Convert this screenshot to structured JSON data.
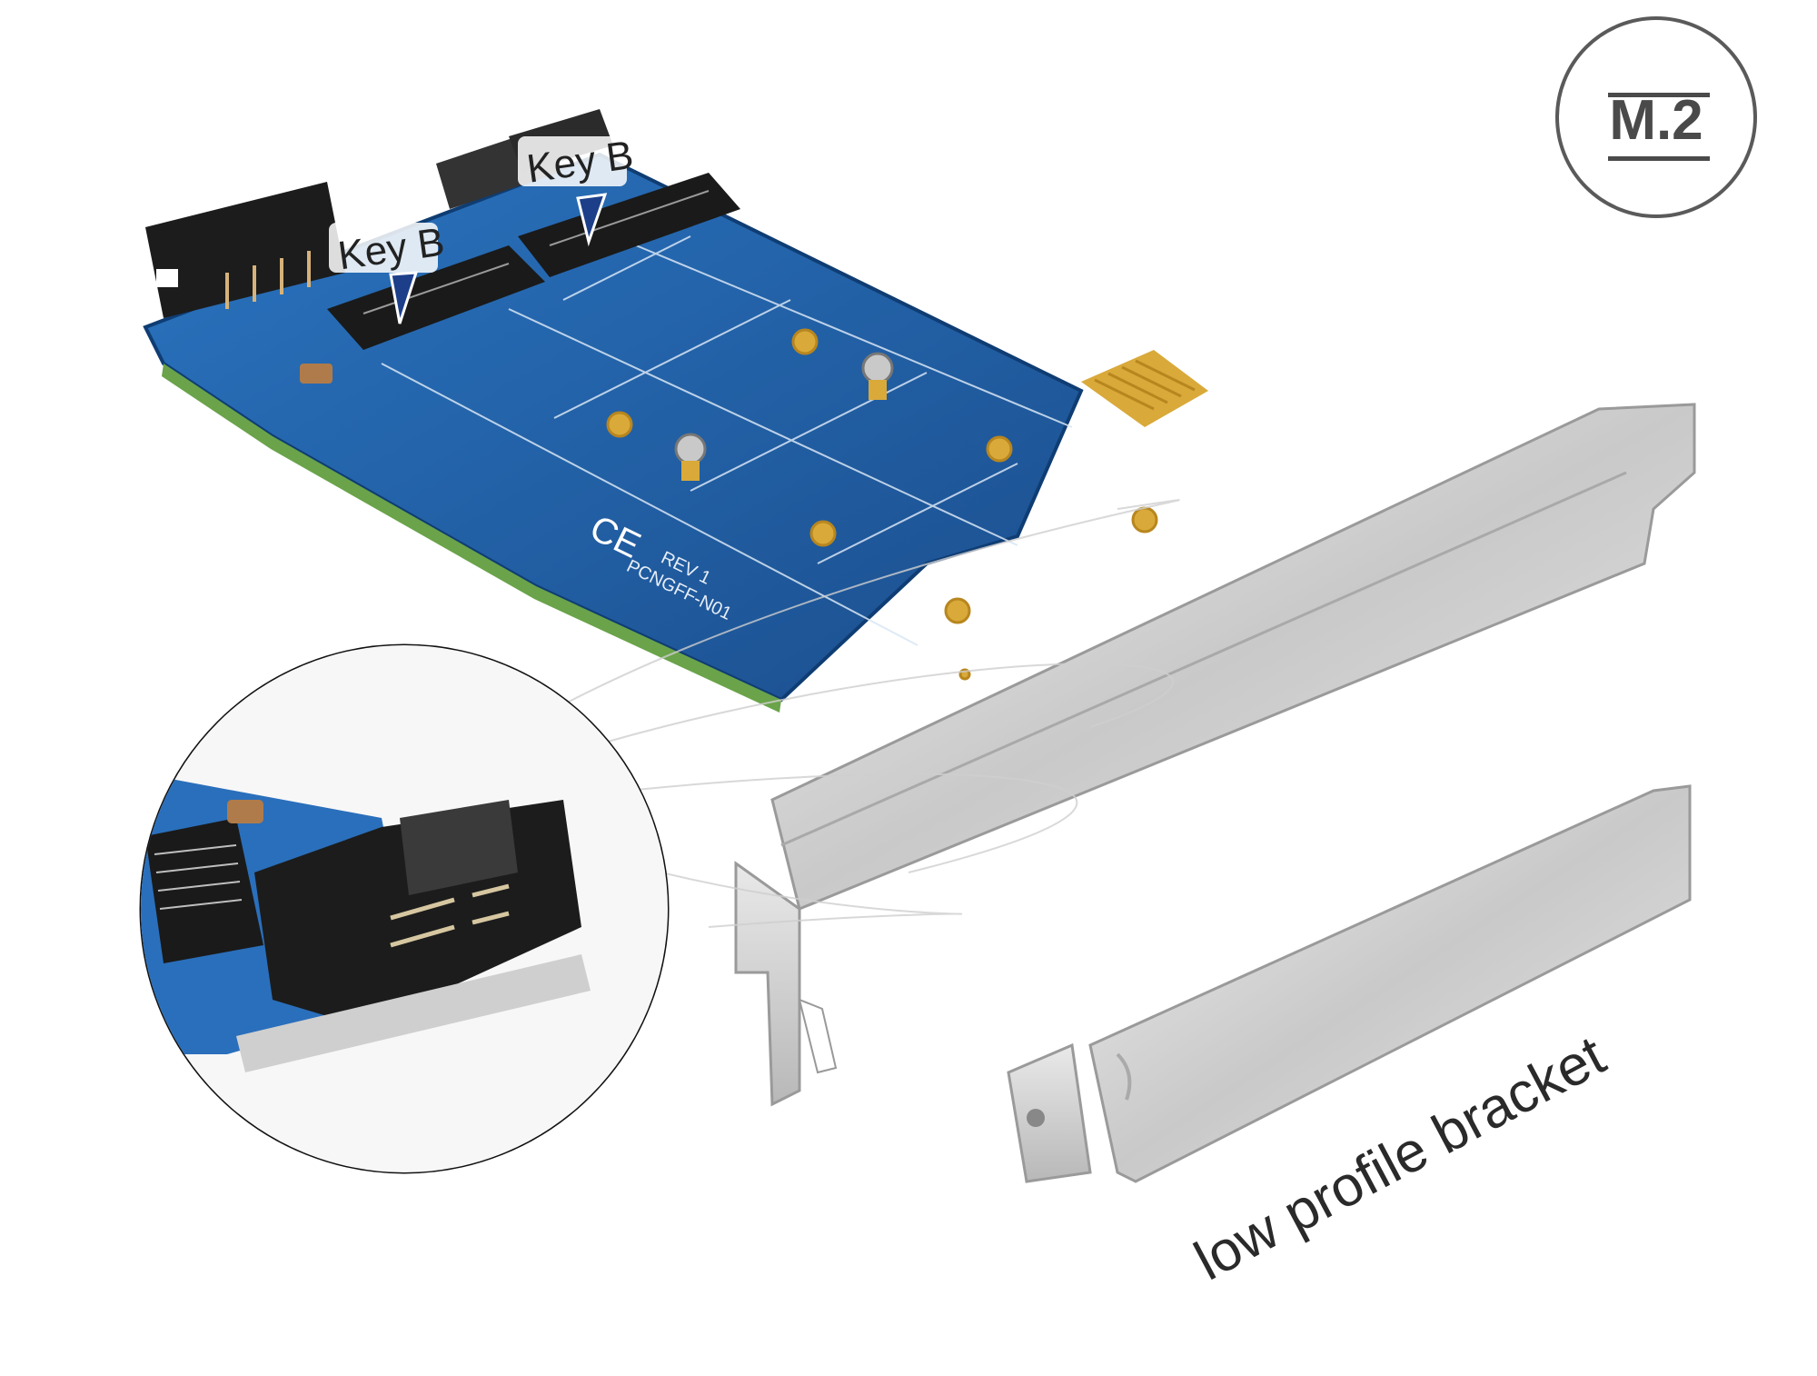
{
  "badge": {
    "label": "M.2"
  },
  "card": {
    "key_label_left": "Key B",
    "key_label_right": "Key B",
    "pcb_text": [
      "PCNGFF-N01",
      "REV 1"
    ],
    "ce_mark": "CE"
  },
  "caption": {
    "bracket": "low profile bracket"
  },
  "colors": {
    "pcb": "#1f5fa8",
    "pcb_edge": "#0f3d73",
    "bracket": "#cfcfcf",
    "gold": "#d9a93a",
    "connector": "#1a1a1a"
  },
  "icons": [
    "header-connector-icon",
    "m2-slot-icon",
    "arrow-down-icon",
    "screw-icon"
  ]
}
